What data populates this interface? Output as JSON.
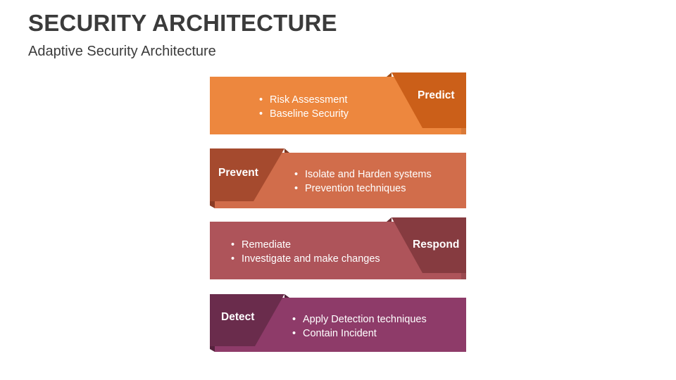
{
  "header": {
    "title": "SECURITY ARCHITECTURE",
    "subtitle": "Adaptive Security Architecture"
  },
  "colors": {
    "predict_band": "#ED873E",
    "predict_tab": "#CB5F19",
    "prevent_band": "#D16D4B",
    "prevent_tab": "#A54A2E",
    "respond_band": "#AE545A",
    "respond_tab": "#863B40",
    "detect_band": "#8E3B69",
    "detect_tab": "#6A2C4C"
  },
  "diagram": {
    "rows": [
      {
        "label": "Predict",
        "items": [
          "Risk Assessment",
          "Baseline Security"
        ]
      },
      {
        "label": "Prevent",
        "items": [
          "Isolate and Harden systems",
          "Prevention techniques"
        ]
      },
      {
        "label": "Respond",
        "items": [
          "Remediate",
          "Investigate and make changes"
        ]
      },
      {
        "label": "Detect",
        "items": [
          "Apply Detection techniques",
          "Contain Incident"
        ]
      }
    ]
  }
}
